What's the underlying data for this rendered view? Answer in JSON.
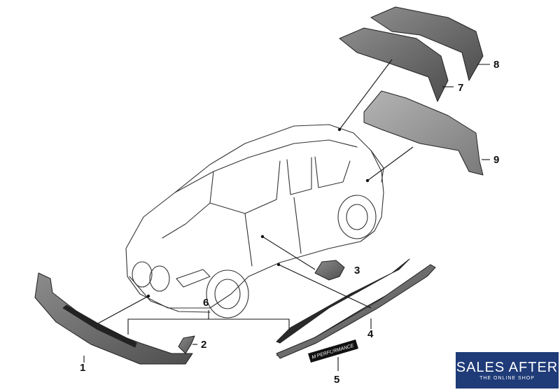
{
  "callouts": [
    "1",
    "2",
    "3",
    "4",
    "5",
    "6",
    "7",
    "8",
    "9"
  ],
  "badge_text": "M PERFORMANCE",
  "brand": {
    "title": "SALES AFTER",
    "subtitle": "THE ONLINE SHOP",
    "bg_color": "#1f3b78"
  },
  "colors": {
    "part_fill": "#6e6e6e",
    "part_dark": "#2a2a2a",
    "line": "#111111"
  }
}
